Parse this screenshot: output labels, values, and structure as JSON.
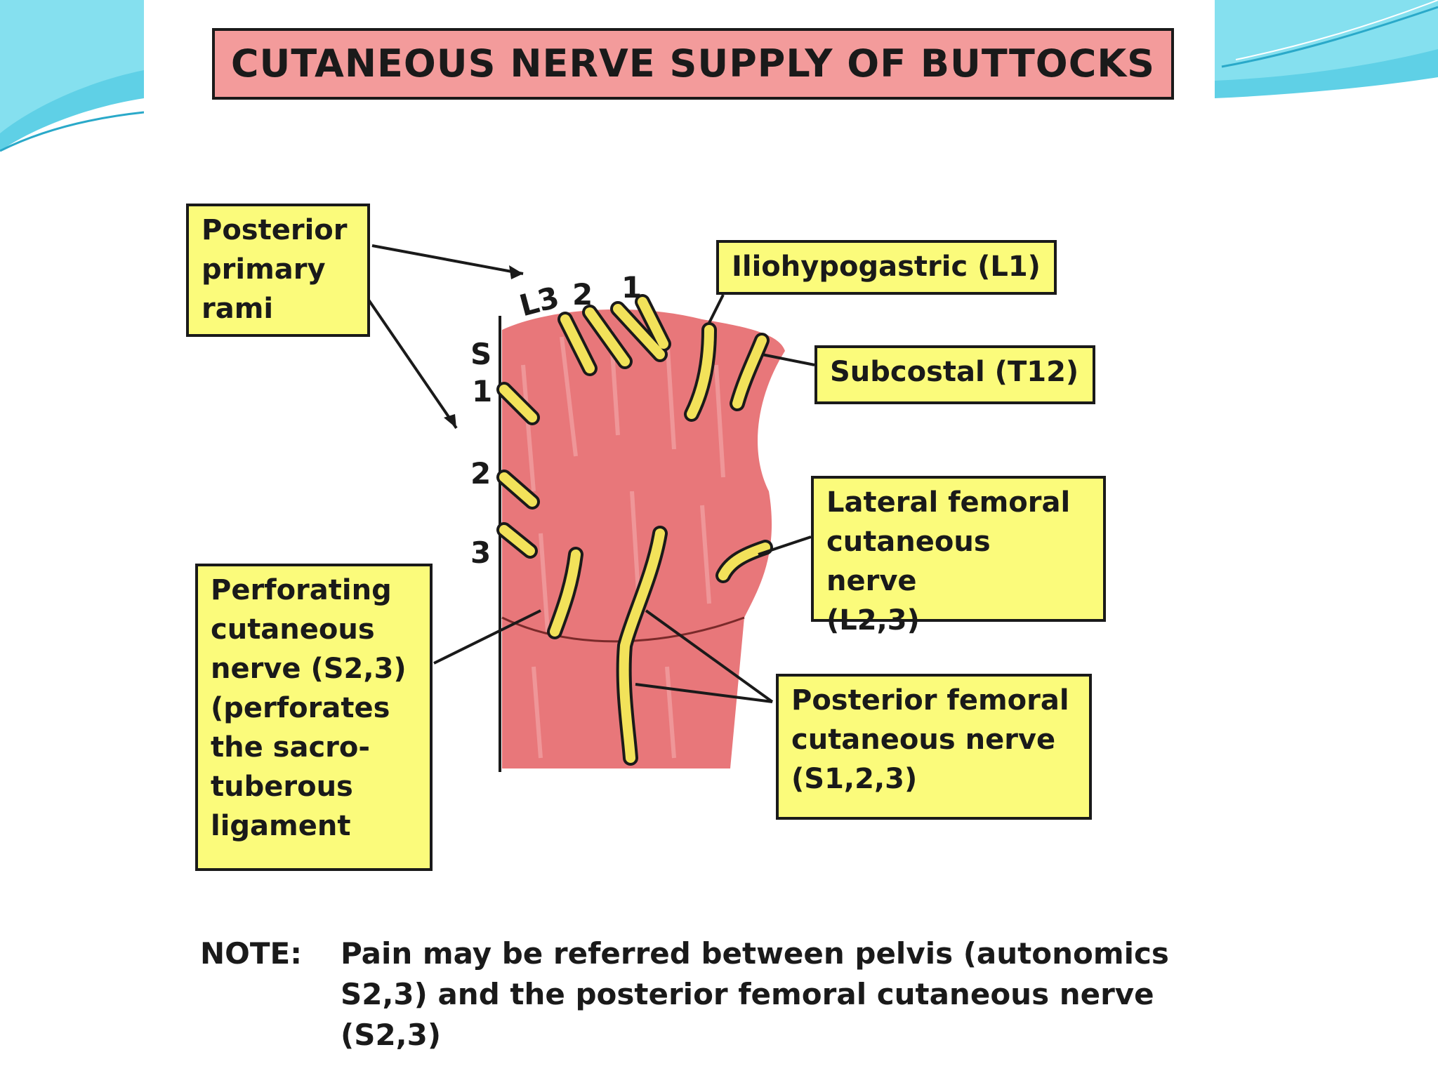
{
  "title": "CUTANEOUS NERVE SUPPLY OF BUTTOCKS",
  "labels": {
    "posterior_primary_rami": "Posterior\nprimary\nrami",
    "iliohypogastric": "Iliohypogastric (L1)",
    "subcostal": "Subcostal (T12)",
    "lateral_femoral": "Lateral femoral\ncutaneous nerve\n(L2,3)",
    "perforating": "Perforating\ncutaneous\nnerve (S2,3)\n(perforates\nthe sacro-\ntuberous\nligament",
    "posterior_femoral": "Posterior femoral\ncutaneous nerve\n(S1,2,3)"
  },
  "segments": {
    "l3": "L3",
    "l2": "2",
    "l1": "1",
    "s": "S",
    "s1": "1",
    "s2": "2",
    "s3": "3"
  },
  "note": {
    "key": "NOTE:",
    "text": "Pain may be referred between pelvis (autonomics S2,3) and the posterior femoral cutaneous nerve (S2,3)"
  },
  "colors": {
    "label_fill": "#fbfb7b",
    "title_fill": "#f39b9b",
    "skin": "#e8777a",
    "nerve": "#f2e25a"
  }
}
